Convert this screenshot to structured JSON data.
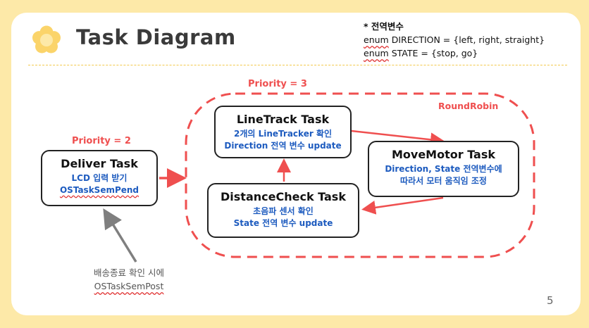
{
  "title": "Task Diagram",
  "globals": {
    "heading": "* 전역변수",
    "line1_keyword": "enum",
    "line1_rest": " DIRECTION = {left, right, straight}",
    "line2_keyword": "enum",
    "line2_rest": " STATE = {stop, go}"
  },
  "priority_group": "Priority = 3",
  "priority_deliver": "Priority = 2",
  "group_label": "RoundRobin",
  "tasks": {
    "deliver": {
      "name": "Deliver Task",
      "desc1": "LCD 입력 받기",
      "desc2": "OSTaskSemPend"
    },
    "linetrack": {
      "name": "LineTrack Task",
      "desc1": "2개의 LineTracker 확인",
      "desc2": "Direction 전역 변수 update"
    },
    "movemotor": {
      "name": "MoveMotor Task",
      "desc1": "Direction, State 전역변수에",
      "desc2": "따라서 모터 움직임 조정"
    },
    "distance": {
      "name": "DistanceCheck Task",
      "desc1": "초음파 센서 확인",
      "desc2": "State 전역 변수 update"
    }
  },
  "note": {
    "line1": "배송종료 확인 시에",
    "line2": "OSTaskSemPost"
  },
  "page_number": "5",
  "colors": {
    "accent": "#ef4f4f",
    "blue_text": "#1d5bbf",
    "background": "#fde9a8",
    "flower": "#fbd46a",
    "gray_arrow": "#7f7f7f"
  },
  "icons": [
    "flower-icon"
  ]
}
